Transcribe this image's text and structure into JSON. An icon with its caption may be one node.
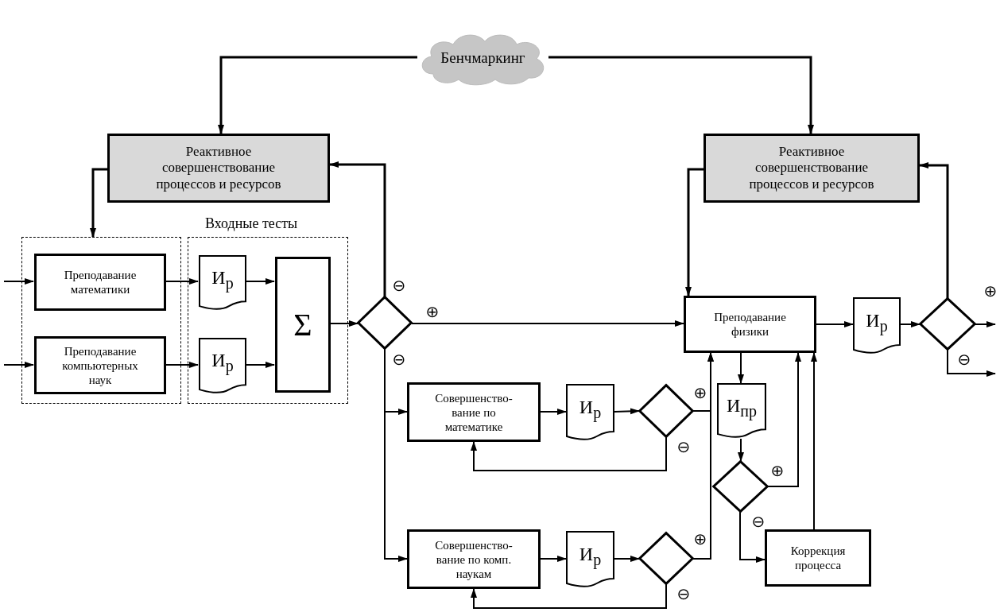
{
  "diagram": {
    "nodes": [
      {
        "text": [
          "Бенчмаркинг"
        ]
      },
      {
        "text": [
          "Реактивное совершенствование процессов и ресурсов"
        ]
      },
      {
        "text": [
          "Реактивное совершенствование процессов и ресурсов"
        ]
      },
      {
        "text": [],
        "shape": "box"
      },
      {
        "text": [
          "Преподавание математики"
        ],
        "in": 3
      },
      {
        "text": [
          "Преподавание компьютерных наук"
        ],
        "in": 3
      },
      {
        "text": [
          "Входные тесты"
        ]
      },
      {
        "text": [
          "И$_{р}$"
        ],
        "in": 6
      },
      {
        "text": [
          "И$_{р}$"
        ],
        "in": 6
      },
      {
        "text": [
          "Σ"
        ],
        "in": 6
      },
      {
        "text": [],
        "shape": "diamond"
      },
      {
        "text": [
          "Преподавание физики"
        ]
      },
      {
        "text": [
          "И$_{р}$"
        ]
      },
      {
        "text": [],
        "shape": "diamond"
      },
      {
        "text": [
          "Совершенство- вание по математике"
        ]
      },
      {
        "text": [
          "И$_{р}$"
        ]
      },
      {
        "text": [],
        "shape": "diamond"
      },
      {
        "text": [
          "И$_{пр}$"
        ]
      },
      {
        "text": [],
        "shape": "diamond"
      },
      {
        "text": [
          "Совершенство- вание по комп. наукам"
        ]
      },
      {
        "text": [
          "И$_{р}$"
        ]
      },
      {
        "text": [],
        "shape": "diamond"
      },
      {
        "text": [
          "Коррекция процесса"
        ]
      }
    ],
    "edges": [
      {
        "from": 0,
        "to": 1,
        "arrow": "to"
      },
      {
        "from": 0,
        "to": 2,
        "arrow": "to"
      },
      {
        "from": 1,
        "to": 3,
        "arrow": "to"
      },
      {
        "from": null,
        "to": 4,
        "arrow": "to"
      },
      {
        "from": null,
        "to": 5,
        "arrow": "to"
      },
      {
        "from": 4,
        "to": 7,
        "arrow": "to"
      },
      {
        "from": 5,
        "to": 8,
        "arrow": "to"
      },
      {
        "from": 7,
        "to": 9,
        "arrow": "to"
      },
      {
        "from": 8,
        "to": 9,
        "arrow": "to"
      },
      {
        "from": 9,
        "to": 10,
        "arrow": "to"
      },
      {
        "from": 10,
        "to": 1,
        "arrow": "to"
      },
      {
        "from": 10,
        "to": 11,
        "arrow": "to"
      },
      {
        "from": 10,
        "to": 14,
        "arrow": "to"
      },
      {
        "from": 10,
        "to": 19,
        "arrow": "to"
      },
      {
        "from": 14,
        "to": 15,
        "arrow": "to"
      },
      {
        "from": 15,
        "to": 16,
        "arrow": "to"
      },
      {
        "from": 16,
        "to": 11,
        "arrow": "to"
      },
      {
        "from": 16,
        "to": 14,
        "arrow": "to"
      },
      {
        "from": 19,
        "to": 20,
        "arrow": "to"
      },
      {
        "from": 20,
        "to": 21,
        "arrow": "to"
      },
      {
        "from": 21,
        "to": 11,
        "arrow": "to"
      },
      {
        "from": 21,
        "to": 19,
        "arrow": "to"
      },
      {
        "from": 11,
        "to": 17,
        "arrow": "to"
      },
      {
        "from": 17,
        "to": 18,
        "arrow": "to"
      },
      {
        "from": 18,
        "to": 11,
        "arrow": "to"
      },
      {
        "from": 18,
        "to": 22,
        "arrow": "to"
      },
      {
        "from": 22,
        "to": 11,
        "arrow": "to"
      },
      {
        "from": 11,
        "to": 12,
        "arrow": "to"
      },
      {
        "from": 12,
        "to": 13,
        "arrow": "to"
      },
      {
        "from": 13,
        "to": 2,
        "arrow": "to"
      },
      {
        "from": 13,
        "to": null,
        "arrow": "to"
      },
      {
        "from": 13,
        "to": null,
        "arrow": "to"
      },
      {
        "from": 2,
        "to": 11,
        "arrow": "to"
      }
    ],
    "labels": [
      "⊖",
      "⊕",
      "⊖",
      "⊕",
      "⊖",
      "⊕",
      "⊖",
      "⊕",
      "⊖",
      "⊕",
      "⊖"
    ]
  }
}
